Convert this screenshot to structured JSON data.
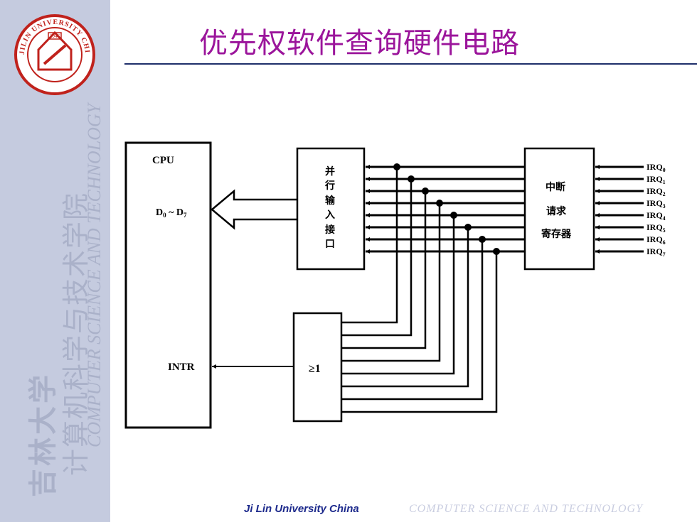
{
  "title": "优先权软件查询硬件电路",
  "sidebar": {
    "seal_ring_text": "JILIN UNIVERSITY CHINA",
    "seal_year": "1946",
    "school_cn_line1": "吉林大学",
    "school_cn_line2": "计算机科学与技术学院",
    "school_en": "COMPUTER SCIENCE AND TECHNOLOGY"
  },
  "diagram": {
    "cpu_label": "CPU",
    "data_bus_label_main": "D",
    "data_bus_sub0": "0",
    "data_bus_tilde": " ~ ",
    "data_bus_sub7": "7",
    "intr_label": "INTR",
    "port_label": [
      "并",
      "行",
      "输",
      "入",
      "接",
      "口"
    ],
    "register_label": [
      "中断",
      "请求",
      "寄存器"
    ],
    "or_gate_label": "≥1",
    "irq_prefix": "IRQ",
    "irq_indices": [
      "0",
      "1",
      "2",
      "3",
      "4",
      "5",
      "6",
      "7"
    ]
  },
  "footer": {
    "left": "Ji Lin University China",
    "right": "COMPUTER  SCIENCE AND  TECHNOLOGY"
  },
  "colors": {
    "title": "#9b159b",
    "sidebar": "#c5cbdf",
    "rule": "#1f2f6b"
  }
}
